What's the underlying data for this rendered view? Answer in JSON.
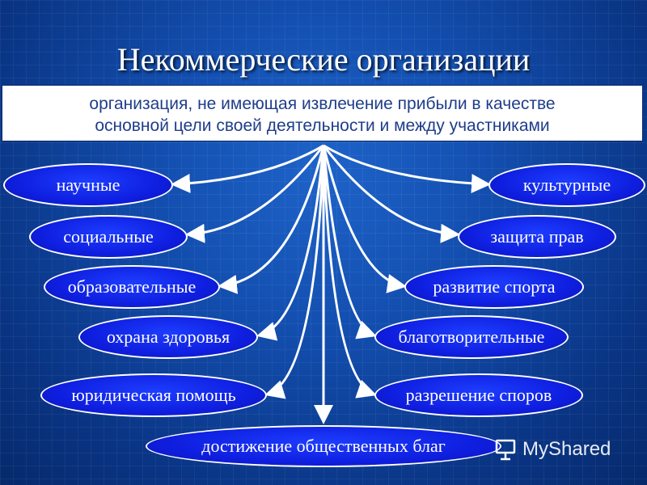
{
  "title": "Некоммерческие организации",
  "definition": {
    "line1": "организация, не имеющая извлечение прибыли в качестве",
    "line2": "основной цели своей деятельности и  между участниками"
  },
  "left_items": [
    "научные",
    "социальные",
    "образовательные",
    "охрана здоровья",
    "юридическая помощь"
  ],
  "right_items": [
    "культурные",
    "защита прав",
    "развитие спорта",
    "благотворительные",
    "разрешение споров"
  ],
  "bottom_item": "достижение общественных благ",
  "watermark": {
    "text": "MyShared",
    "icon": "presentation-board-icon"
  },
  "colors": {
    "ellipse_fill": "#0f1fe0",
    "ellipse_border": "#ffffff",
    "arrow": "#ffffff",
    "definition_text": "#1f3d8a"
  }
}
